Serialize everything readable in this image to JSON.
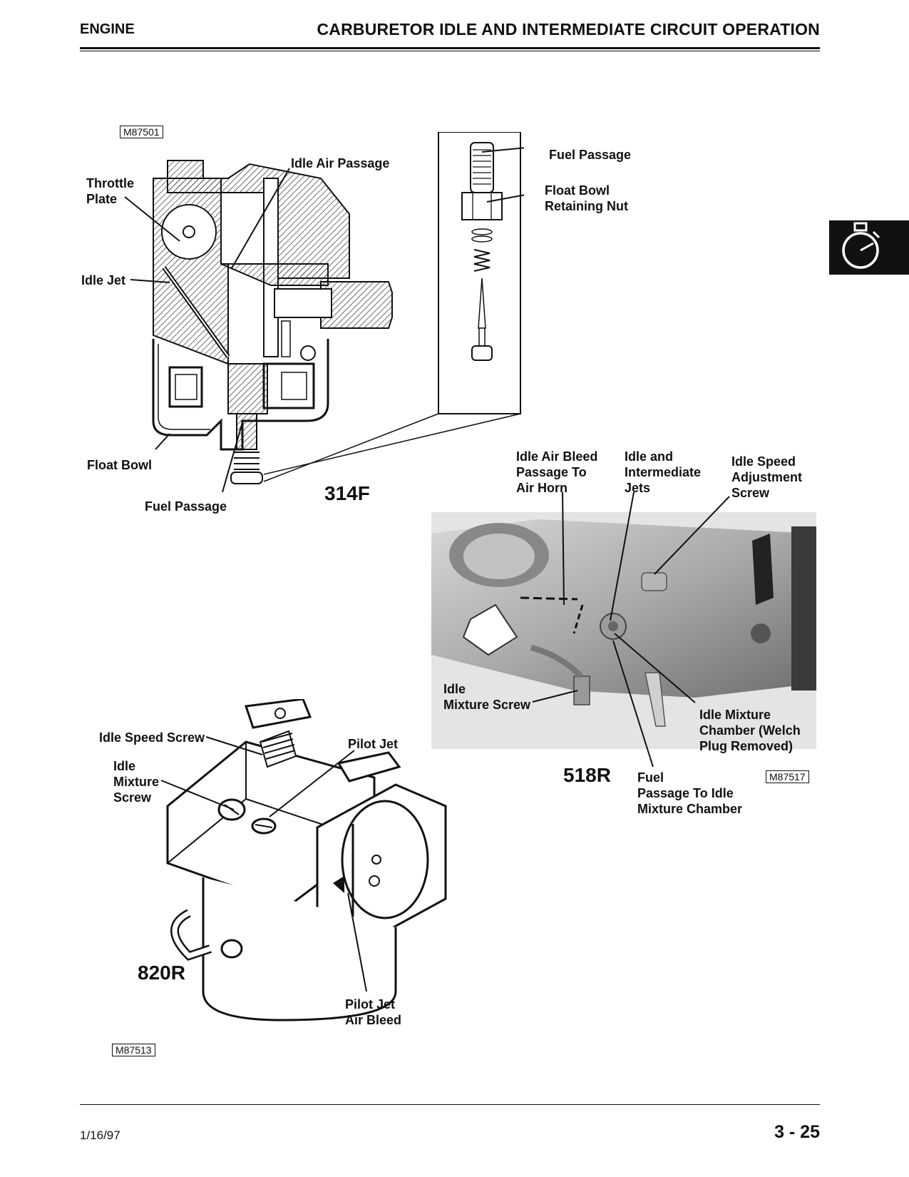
{
  "header": {
    "section": "ENGINE",
    "title": "CARBURETOR IDLE AND INTERMEDIATE CIRCUIT OPERATION"
  },
  "footer": {
    "date": "1/16/97",
    "page": "3 - 25"
  },
  "tab_icon": "engine-stopwatch-icon",
  "figure_314f": {
    "code": "M87501",
    "number": "314F",
    "labels": {
      "throttle_plate": [
        "Throttle",
        "Plate"
      ],
      "idle_air_passage": "Idle Air Passage",
      "idle_jet": "Idle Jet",
      "float_bowl": "Float Bowl",
      "fuel_passage": "Fuel Passage",
      "inset_fuel_passage": "Fuel Passage",
      "float_bowl_retaining_nut": [
        "Float Bowl",
        "Retaining Nut"
      ]
    }
  },
  "figure_518r": {
    "code": "M87517",
    "number": "518R",
    "labels": {
      "idle_air_bleed": [
        "Idle Air Bleed",
        "Passage To",
        "Air Horn"
      ],
      "idle_intermediate_jets": [
        "Idle and",
        "Intermediate",
        "Jets"
      ],
      "idle_speed_adjust": [
        "Idle Speed",
        "Adjustment",
        "Screw"
      ],
      "idle_mixture_screw": [
        "Idle",
        "Mixture Screw"
      ],
      "idle_mixture_chamber": [
        "Idle Mixture",
        "Chamber (Welch",
        "Plug Removed)"
      ],
      "fuel_passage_idle": [
        "Fuel",
        "Passage To Idle",
        "Mixture Chamber"
      ]
    }
  },
  "figure_820r": {
    "code": "M87513",
    "number": "820R",
    "labels": {
      "idle_speed_screw": "Idle Speed Screw",
      "idle_mixture_screw": [
        "Idle",
        "Mixture",
        "Screw"
      ],
      "pilot_jet": "Pilot Jet",
      "pilot_jet_air_bleed": [
        "Pilot Jet",
        "Air Bleed"
      ]
    }
  }
}
